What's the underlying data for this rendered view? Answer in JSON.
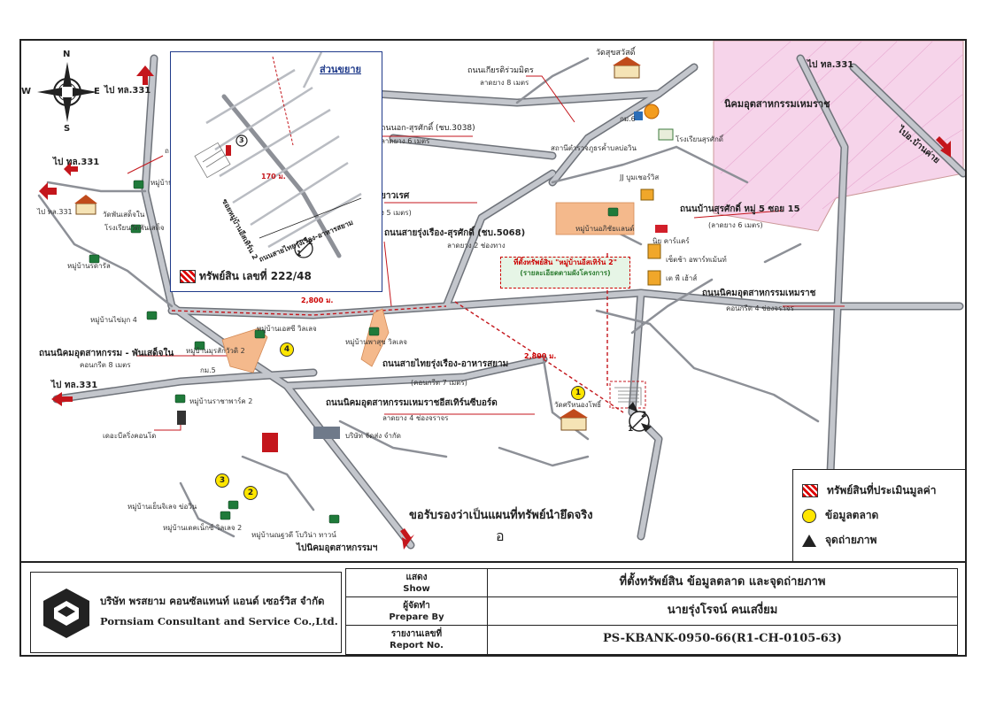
{
  "compass": {
    "n": "N",
    "s": "S",
    "e": "E",
    "w": "W"
  },
  "inset": {
    "title": "ส่วนขยาย",
    "distance": "170 ม.",
    "road_a": "ซอยหมู่บ้านอีสเทิร์น 2",
    "road_b": "ถนนสายไทยรุ่งเรือง-อาหารสยาม",
    "property_note": "ทรัพย์สิน เลขที่ 222/48",
    "photo_points": [
      "1",
      "2",
      "3"
    ]
  },
  "labels": {
    "to331_a": "ไป ทล.331",
    "to331_b": "ไป ทล.331",
    "to331_c": "ไป ทล.331",
    "to331_d": "ไป ทล.331",
    "to331_e": "ไป ทล.331",
    "to_bankai": "ไปอ.บ้านค่าย",
    "to_estate": "ไปนิคมอุตสาหกรรมฯ",
    "wat_suksawat": "วัดสุขสวัสดิ์",
    "road_kiat": "ถนนเกียรติร่วมมิตร",
    "road_kiat_sub": "ลาดยาง 8 เมตร",
    "road_sukhumvit": "ถนนอก-สุรศักดิ์ (ชบ.3038)",
    "road_sukhumvit_sub": "ลาดยาง 6 เมตร",
    "km6": "กม.6",
    "police": "สถานีตำรวจภูธรค้ำบลบ่อวิน",
    "school_surasak": "โรงเรียนสุรศักดิ์",
    "estate_hemaraj": "นิคมอุตสาหกรรมเหมราช",
    "jj_boom": "JJ บูมเชอร์วิส",
    "road_bansurasak": "ถนนบ้านสุรศักดิ์ หมู่ 5 ซอย 15",
    "road_bansurasak_sub": "(ลาดยาง 6 เมตร)",
    "village_richyland": "หมู่บ้านอภิชัยแลนด์",
    "niyom_car": "นิย คาร์แคร์",
    "set_apartment": "เซ็ตช้า อพาร์ทเม้นท์",
    "tp_house": "เต พี เฮ้าส์",
    "road_hemaraj": "ถนนนิคมอุตสาหกรรมเหมราช",
    "road_hemaraj_sub": "คอนกรีต 4 ช่องจราจร",
    "road_sairung": "ถนนสายรุ่งเรือง-สุรศักดิ์ (ชบ.5068)",
    "road_sairung_sub": "ลาดยาง 2 ช่องทาง",
    "road_thairung": "ถนนสายไทยรุ่งเรือง-อาหารสยาม",
    "road_thairung_sub": "(คอนกรีต 7 เมตร)",
    "road_eastern": "ถนนนิคมอุตสาหกรรมเหมราชอีสเทิร์นซีบอร์ด",
    "road_eastern_sub": "ลาดยาง 4 ช่องจราจร",
    "road_pantong": "ถนนนิคมอุตสาหกรรม - พันเสด็จใน",
    "road_pantong_sub": "คอนกรีต 8 เมตร",
    "road_yaowarat": "ยาวเรศ",
    "road_yaowarat_sub": "ง 5 เมตร)",
    "dist_2800_a": "2,800 ม.",
    "dist_2800_b": "2,800 ม.",
    "wat_phansadet": "วัดพันเสด็จใน",
    "school_phansadet": "โรงเรียนวัดพันเสด็จ",
    "village_rodaran": "หมู่บ้านรดารัล",
    "village_chaimuk": "หมู่บ้านไข่มุก 4",
    "village_essi": "หมู่บ้านเอสซี วิลเลจ",
    "village_murasakiwat": "หมู่บ้านมุรสักวัวดิ 2",
    "village_phasuk": "หมู่บ้านพาสุข วิลเลจ",
    "km5": "กม.5",
    "village_rachaphark": "หมู่บ้านราชาพาร์ค 2",
    "the_bliss": "เดอะบีลริ่งคอนโด",
    "company_sa": "บริษัท จัดส่ง จำกัด",
    "wat_nongpho": "วัดศรีหนองโพธิ์",
    "village_yenjai": "หมู่บ้านเย็นจิเลจ ข่อวิน",
    "village_decknice": "หมู่บ้านเดคเน็กซ์ วิลเลจ 2",
    "village_naruvadee": "หมู่บ้านณฐวดี โบวิน่า ทาวน์",
    "village_top": "หมู่บ้าน",
    "hwy_top": "ถ"
  },
  "property_location": {
    "line1": "ที่ตั้งทรัพย์สิน \"หมู่บ้านอีสเทิร์น 2\"",
    "line2": "(รายละเอียดตามผังโครงการ)"
  },
  "market_pins": [
    "1",
    "2",
    "3",
    "4"
  ],
  "photo_points": [
    "1",
    "2"
  ],
  "legend": {
    "property": "ทรัพย์สินที่ประเมินมูลค่า",
    "market": "ข้อมูลตลาด",
    "photo": "จุดถ่ายภาพ"
  },
  "endorse": "ขอรับรองว่าเป็นแผนที่ทรัพย์นำยึดจริง",
  "signature": "อ",
  "title_block": {
    "company_th": "บริษัท พรสยาม คอนซัลแทนท์ แอนด์ เซอร์วิส จำกัด",
    "company_en": "Pornsiam Consultant and Service Co.,Ltd.",
    "show_th": "แสดง",
    "show_en": "Show",
    "show_value": "ที่ตั้งทรัพย์สิน ข้อมูลตลาด และจุดถ่ายภาพ",
    "prep_th": "ผู้จัดทำ",
    "prep_en": "Prepare By",
    "prep_value": "นายรุ่งโรจน์ คนเสงี่ยม",
    "report_th": "รายงานเลขที่",
    "report_en": "Report No.",
    "report_value": "PS-KBANK-0950-66(R1-CH-0105-63)"
  },
  "colors": {
    "road": "#b9bcc2",
    "road_edge": "#6f737a",
    "estate": "#f6d4ea",
    "parcel": "#f4b98c",
    "red": "#c4161c",
    "highlight": "#ffe600"
  }
}
